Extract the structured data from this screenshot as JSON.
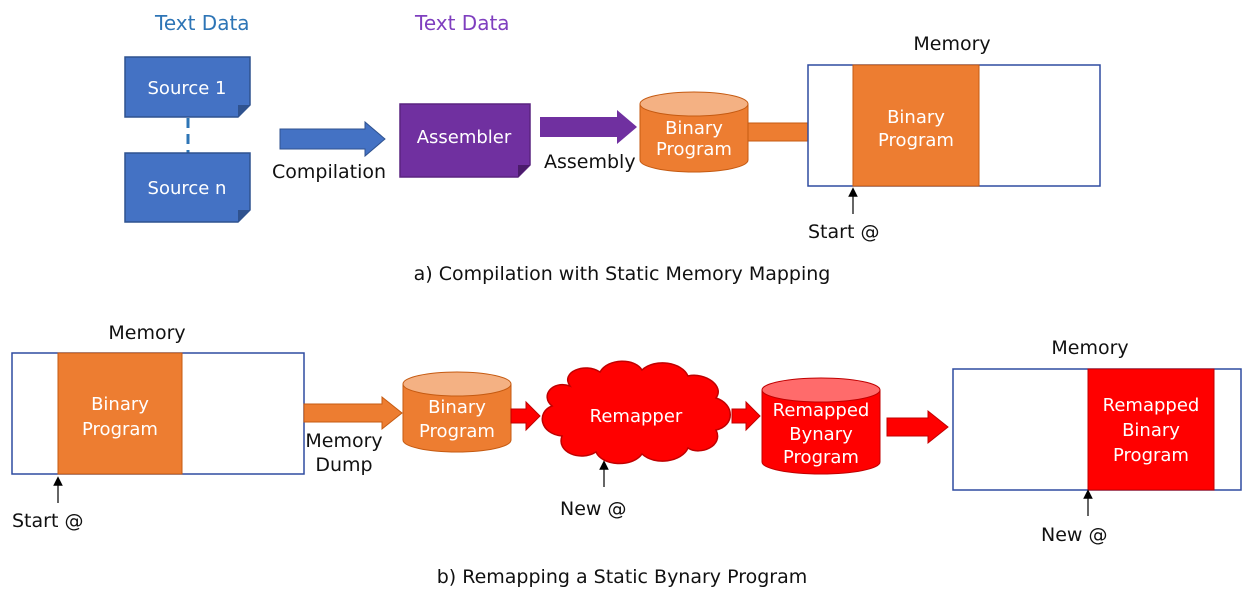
{
  "colors": {
    "blue_doc": "#4472C4",
    "blue_text": "#2E75B6",
    "purple": "#7030A0",
    "purple_text": "#7F3FBF",
    "orange": "#ED7D31",
    "orange_light": "#F4B183",
    "red": "#FF0000",
    "red_light": "#FF6B6B",
    "border_blue": "#2F4BA0"
  },
  "top": {
    "header_source": "Text Data",
    "header_assembler": "Text Data",
    "source1": "Source 1",
    "source_n": "Source n",
    "compilation": "Compilation",
    "assembler": "Assembler",
    "assembly": "Assembly",
    "cylinder_line1": "Binary",
    "cylinder_line2": "Program",
    "memory_title": "Memory",
    "memory_block_line1": "Binary",
    "memory_block_line2": "Program",
    "start_label": "Start @",
    "caption": "a) Compilation with Static Memory Mapping"
  },
  "bottom": {
    "memory_left_title": "Memory",
    "memory_left_block_line1": "Binary",
    "memory_left_block_line2": "Program",
    "start_label": "Start @",
    "dump_line1": "Memory",
    "dump_line2": "Dump",
    "cylinder_line1": "Binary",
    "cylinder_line2": "Program",
    "remapper": "Remapper",
    "new_label_cloud": "New @",
    "remapped_cyl_line1": "Remapped",
    "remapped_cyl_line2": "Bynary",
    "remapped_cyl_line3": "Program",
    "memory_right_title": "Memory",
    "memory_right_block_line1": "Remapped",
    "memory_right_block_line2": "Binary",
    "memory_right_block_line3": "Program",
    "new_label_memory": "New @",
    "caption": "b) Remapping a Static Bynary Program"
  }
}
